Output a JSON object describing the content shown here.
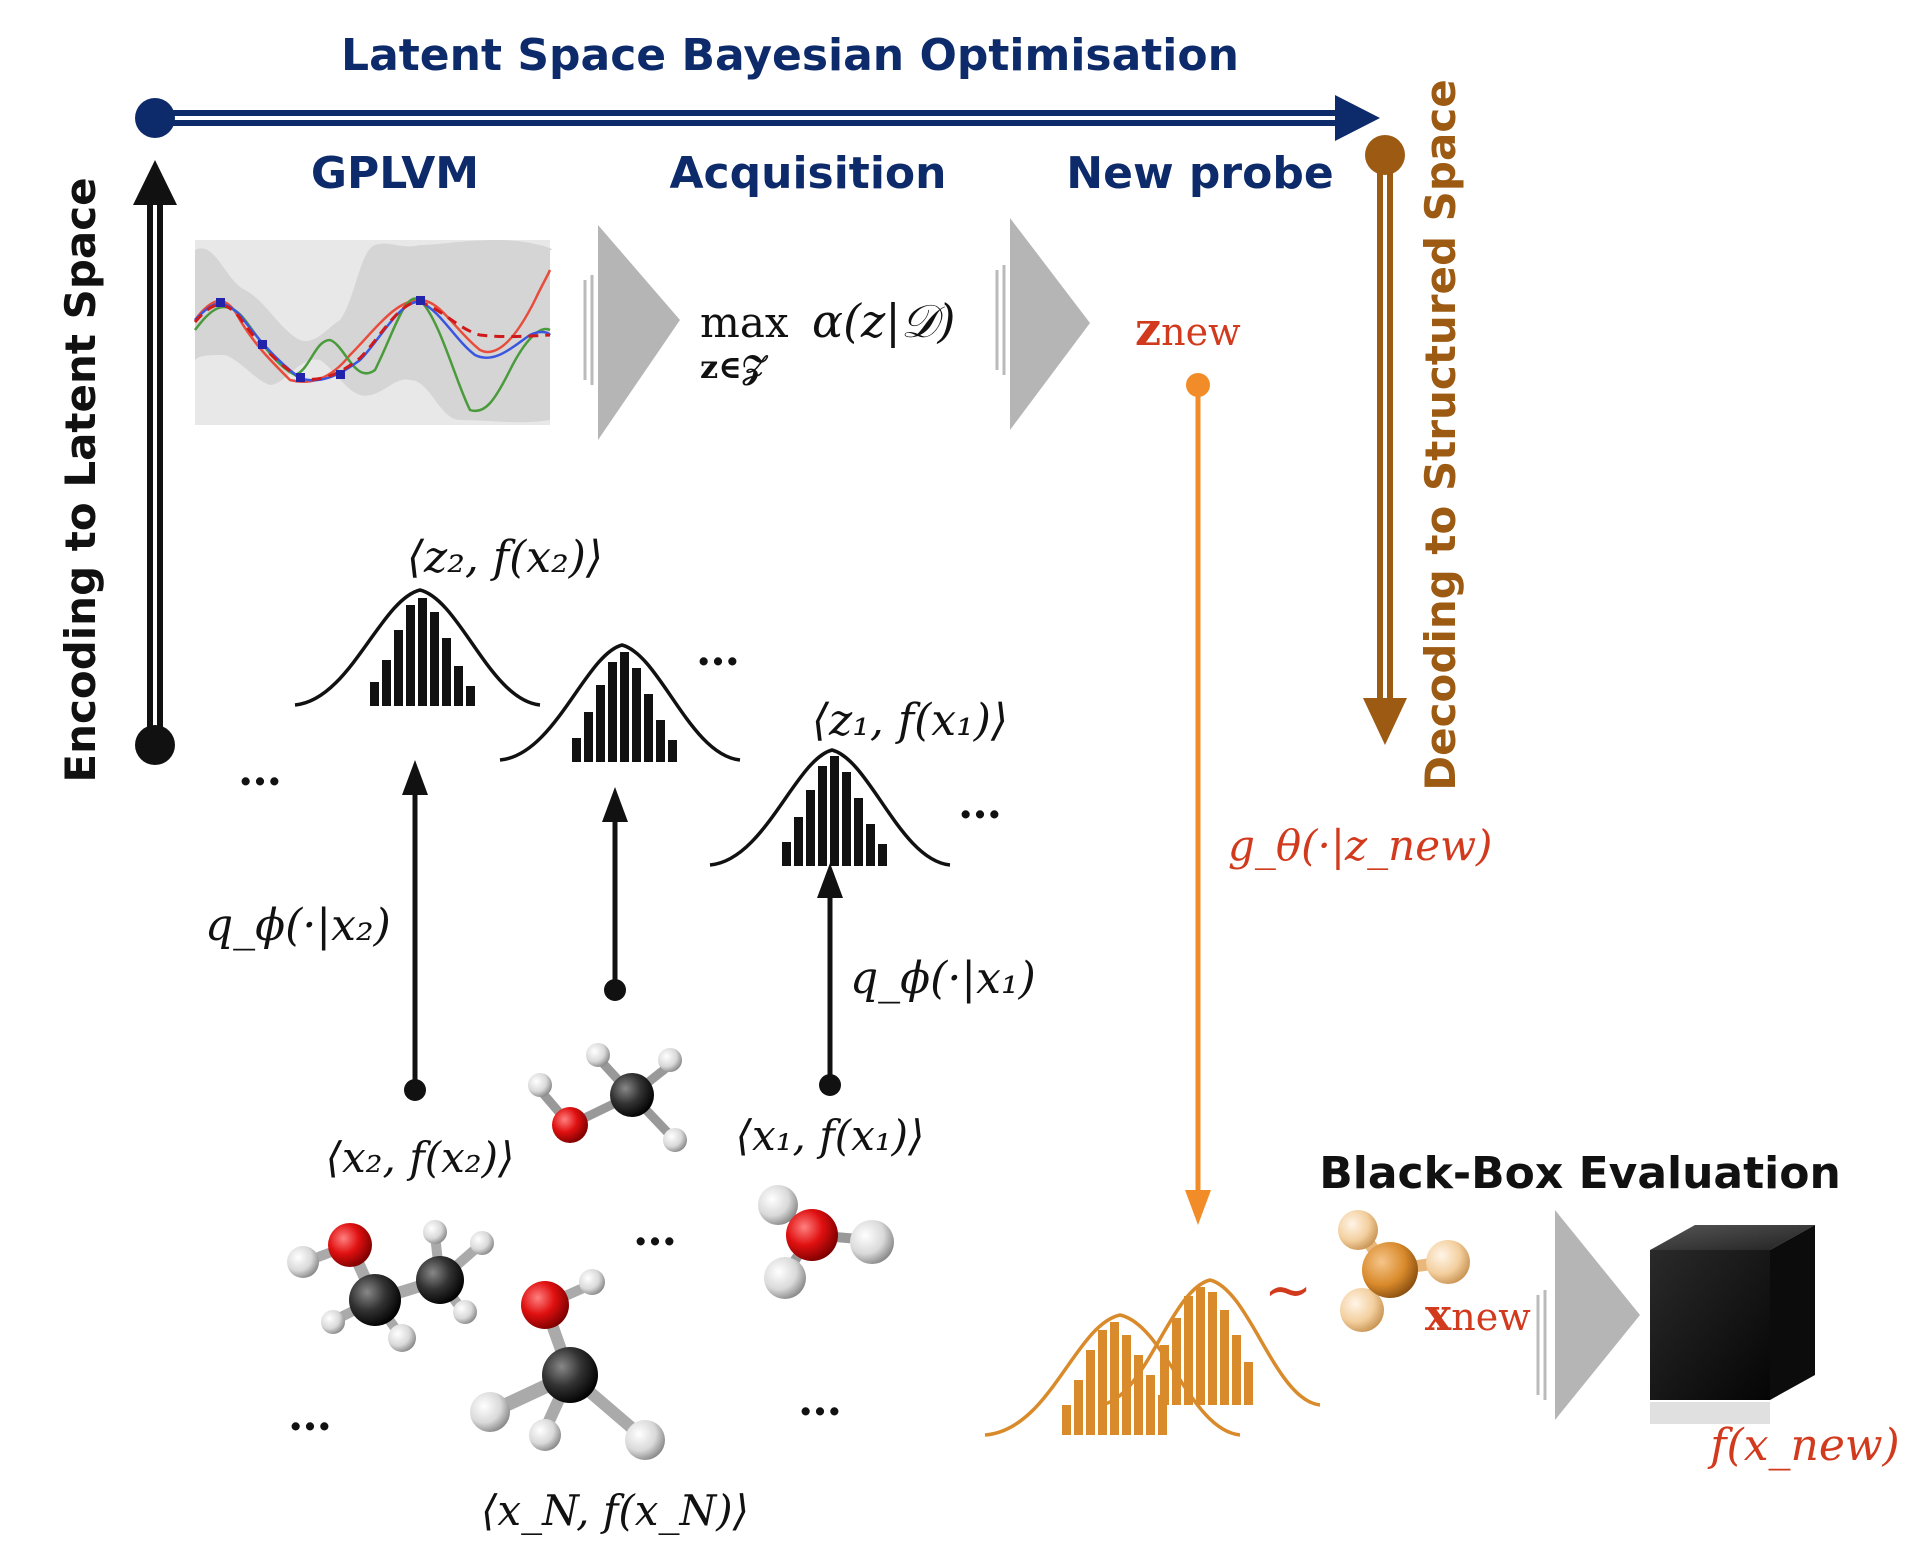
{
  "labels": {
    "title": "Latent Space Bayesian Optimisation",
    "encoding": "Encoding to Latent Space",
    "decoding": "Decoding to Structured Space",
    "gplvm": "GPLVM",
    "acquisition": "Acquisition",
    "new_probe": "New probe",
    "black_box": "Black-Box Evaluation"
  },
  "math": {
    "max_word": "max",
    "max_arg": "α(z|𝒟)",
    "max_sub": "z∈𝒵",
    "z_new_base": "z",
    "z_new_sub": "new",
    "pair_z2": "⟨z₂, f(x₂)⟩",
    "pair_z1": "⟨z₁, f(x₁)⟩",
    "pair_x2": "⟨x₂, f(x₂)⟩",
    "pair_x1": "⟨x₁, f(x₁)⟩",
    "pair_xN": "⟨x_N, f(x_N)⟩",
    "q_x2": "q_ϕ(·|x₂)",
    "q_x1": "q_ϕ(·|x₁)",
    "g_theta": "g_θ(·|z_new)",
    "tilde": "~",
    "x_new_base": "x",
    "x_new_sub": "new",
    "f_x_new": "f(x_new)",
    "ellipsis": "…"
  },
  "colors": {
    "navy": "#0d2a6b",
    "brown": "#9c5a12",
    "orange": "#f28c28",
    "red": "#d23a1e",
    "gray": "#bdbdbd",
    "black": "#111111"
  }
}
